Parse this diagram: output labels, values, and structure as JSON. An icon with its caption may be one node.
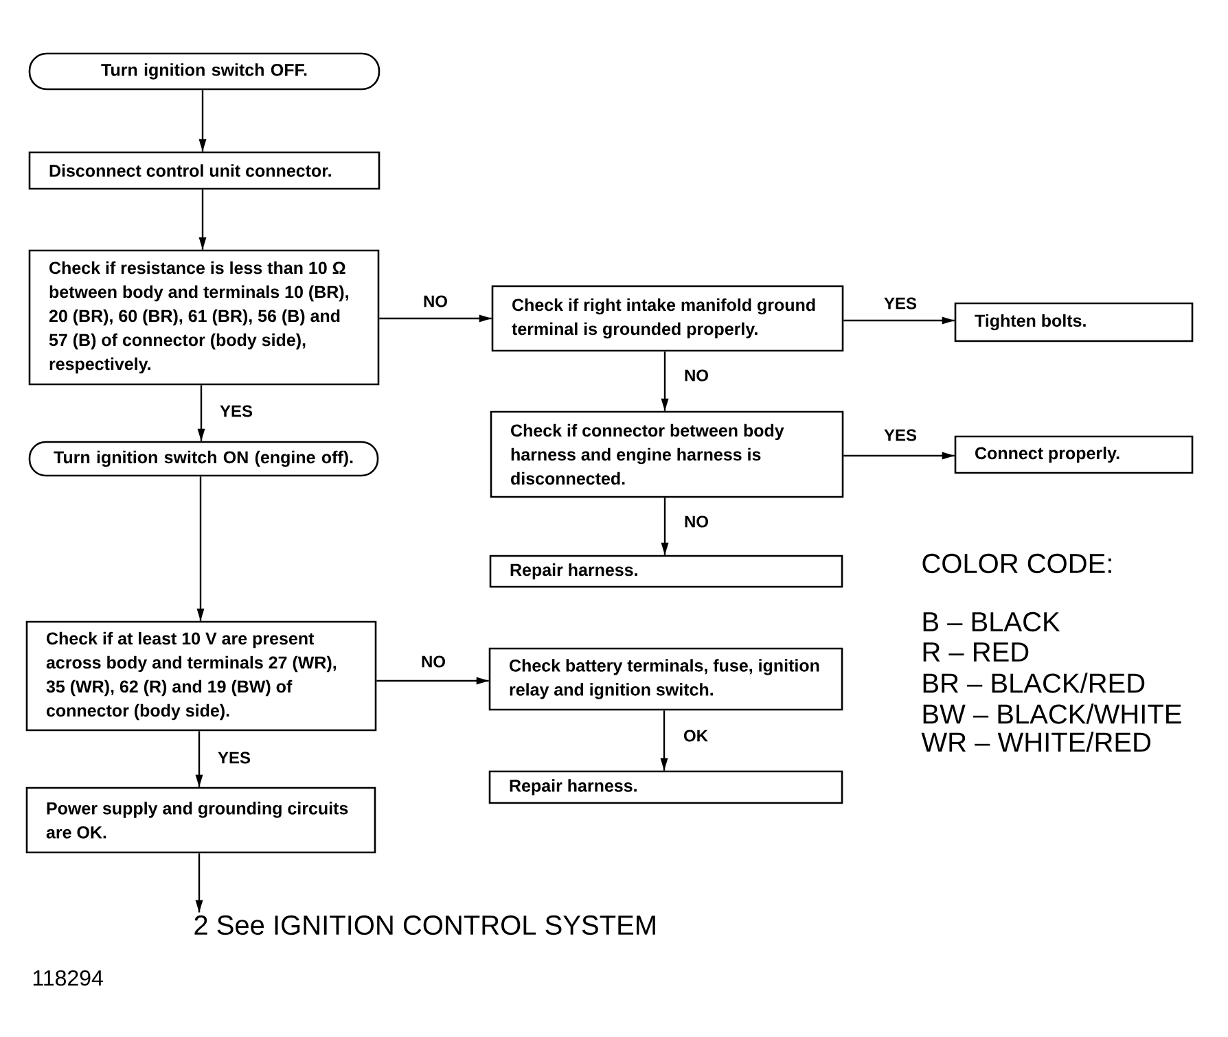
{
  "diagram": {
    "nodes": [
      {
        "text": [
          "Turn ignition switch OFF."
        ]
      },
      {
        "text": [
          "Disconnect control unit connector."
        ]
      },
      {
        "text": [
          "Check if resistance is less than 10 Ω between body and terminals 10 (BR), 20 (BR), 60 (BR), 61 (BR), 56 (B) and 57 (B) of connector (body side), respectively."
        ]
      },
      {
        "text": [
          "Check if right intake manifold ground terminal is grounded properly."
        ]
      },
      {
        "text": [
          "Tighten bolts."
        ]
      },
      {
        "text": [
          "Check if connector between body harness and engine harness is disconnected."
        ]
      },
      {
        "text": [
          "Connect properly."
        ]
      },
      {
        "text": [
          "Repair harness."
        ]
      },
      {
        "text": [
          "Turn ignition switch ON (engine off)."
        ]
      },
      {
        "text": [
          "Check if at least 10 V are present across body and terminals 27 (WR), 35 (WR), 62 (R) and 19 (BW) of connector (body side)."
        ]
      },
      {
        "text": [
          "Check battery terminals, fuse, ignition relay and ignition switch."
        ]
      },
      {
        "text": [
          "Repair harness."
        ]
      },
      {
        "text": [
          "Power supply and grounding circuits are OK."
        ]
      },
      {
        "text": [
          "2 See IGNITION CONTROL SYSTEM"
        ]
      }
    ],
    "edges": [
      {
        "from": 0,
        "to": 1,
        "arrow": "to"
      },
      {
        "from": 1,
        "to": 2,
        "arrow": "to"
      },
      {
        "from": 2,
        "to": 3,
        "arrow": "to",
        "label": "NO"
      },
      {
        "from": 3,
        "to": 4,
        "arrow": "to",
        "label": "YES"
      },
      {
        "from": 3,
        "to": 5,
        "arrow": "to",
        "label": "NO"
      },
      {
        "from": 5,
        "to": 6,
        "arrow": "to",
        "label": "YES"
      },
      {
        "from": 5,
        "to": 7,
        "arrow": "to",
        "label": "NO"
      },
      {
        "from": 2,
        "to": 8,
        "arrow": "to",
        "label": "YES"
      },
      {
        "from": 8,
        "to": 9,
        "arrow": "to"
      },
      {
        "from": 9,
        "to": 10,
        "arrow": "to",
        "label": "NO"
      },
      {
        "from": 10,
        "to": 11,
        "arrow": "to",
        "label": "OK"
      },
      {
        "from": 9,
        "to": 12,
        "arrow": "to",
        "label": "YES"
      },
      {
        "from": 12,
        "to": 13,
        "arrow": "to"
      }
    ],
    "labels": [
      "COLOR CODE:",
      "B – BLACK",
      "R – RED",
      "BR – BLACK/RED",
      "BW – BLACK/WHITE",
      "WR – WHITE/RED",
      "118294"
    ]
  }
}
